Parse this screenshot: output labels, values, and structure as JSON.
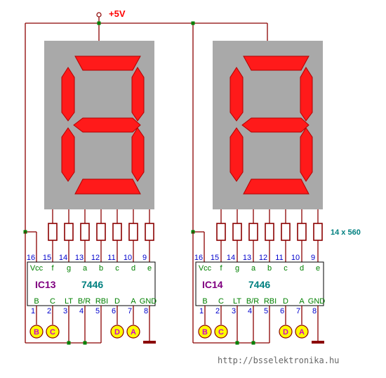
{
  "supply_label": "+5V",
  "resistor_label": "14 x 560",
  "footer_url": "http://bsselektronika.hu",
  "colors": {
    "wire": "#8b0000",
    "segment_on": "#ff1a1a",
    "segment_shade": "#b30000",
    "display_body": "#a9a9a9",
    "pin_top_numbers": "#0000cc",
    "pin_names": "#008000",
    "ic_name": "#800080",
    "ic_type": "#008080",
    "terminal_fill": "#ffff00",
    "terminal_letter": "#cc00cc",
    "node": "#008000",
    "resistor_label": "#008080",
    "supply_label": "#ff0000"
  },
  "chips": [
    {
      "name": "IC13",
      "type": "7446",
      "top_pin_numbers": [
        "16",
        "15",
        "14",
        "13",
        "12",
        "11",
        "10",
        "9"
      ],
      "top_pin_names": [
        "Vcc",
        "f",
        "g",
        "a",
        "b",
        "c",
        "d",
        "e"
      ],
      "bottom_pin_names": [
        "B",
        "C",
        "LT",
        "B/R",
        "RBI",
        "D",
        "A",
        "GND"
      ],
      "bottom_pin_numbers": [
        "1",
        "2",
        "3",
        "4",
        "5",
        "6",
        "7",
        "8"
      ],
      "input_terminals": [
        "B",
        "C",
        "D",
        "A"
      ]
    },
    {
      "name": "IC14",
      "type": "7446",
      "top_pin_numbers": [
        "16",
        "15",
        "14",
        "13",
        "12",
        "11",
        "10",
        "9"
      ],
      "top_pin_names": [
        "Vcc",
        "f",
        "g",
        "a",
        "b",
        "c",
        "d",
        "e"
      ],
      "bottom_pin_names": [
        "B",
        "C",
        "LT",
        "B/R",
        "RBI",
        "D",
        "A",
        "GND"
      ],
      "bottom_pin_numbers": [
        "1",
        "2",
        "3",
        "4",
        "5",
        "6",
        "7",
        "8"
      ],
      "input_terminals": [
        "B",
        "C",
        "D",
        "A"
      ]
    }
  ]
}
